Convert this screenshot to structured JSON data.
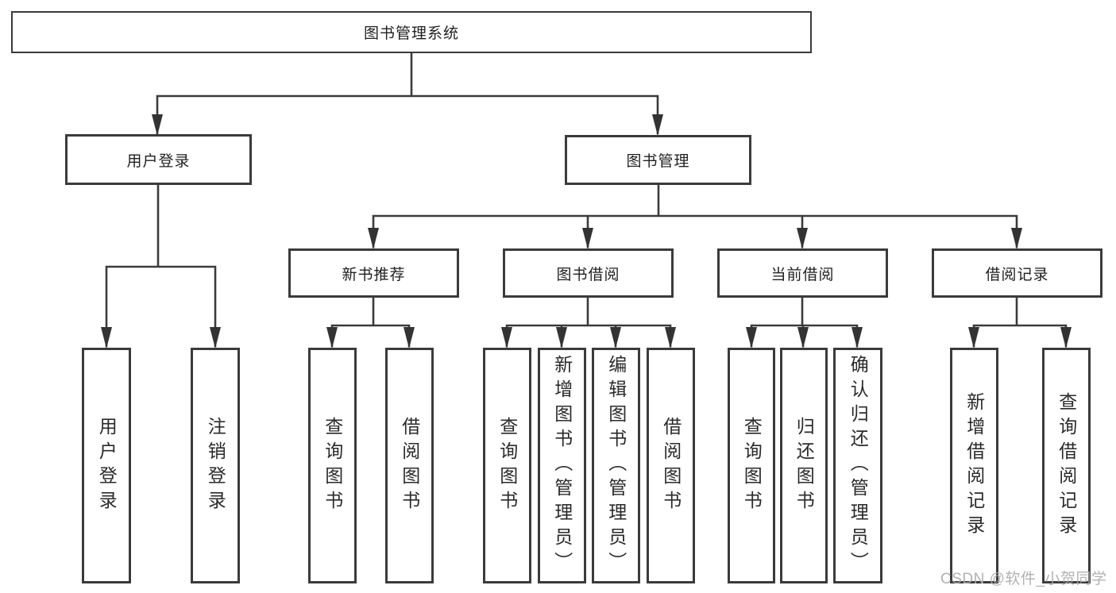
{
  "page": {
    "background": "#ffffff"
  },
  "colors": {
    "line": "#3b3b3b",
    "box_border": "#3b3b3b",
    "text": "#1f1f1f",
    "watermark": "#aaaaaa"
  },
  "watermark": {
    "text": "CSDN @软件_小贺同学"
  },
  "tree": {
    "label": "图书管理系统",
    "children": [
      {
        "label": "用户登录",
        "children": [
          {
            "label": "用户登录"
          },
          {
            "label": "注销登录"
          }
        ]
      },
      {
        "label": "图书管理",
        "children": [
          {
            "label": "新书推荐",
            "children": [
              {
                "label": "查询图书"
              },
              {
                "label": "借阅图书"
              }
            ]
          },
          {
            "label": "图书借阅",
            "children": [
              {
                "label": "查询图书"
              },
              {
                "label": "新增图书（管理员）"
              },
              {
                "label": "编辑图书（管理员）"
              },
              {
                "label": "借阅图书"
              }
            ]
          },
          {
            "label": "当前借阅",
            "children": [
              {
                "label": "查询图书"
              },
              {
                "label": "归还图书"
              },
              {
                "label": "确认归还（管理员）"
              }
            ]
          },
          {
            "label": "借阅记录",
            "children": [
              {
                "label": "新增借阅记录"
              },
              {
                "label": "查询借阅记录"
              }
            ]
          }
        ]
      }
    ]
  }
}
